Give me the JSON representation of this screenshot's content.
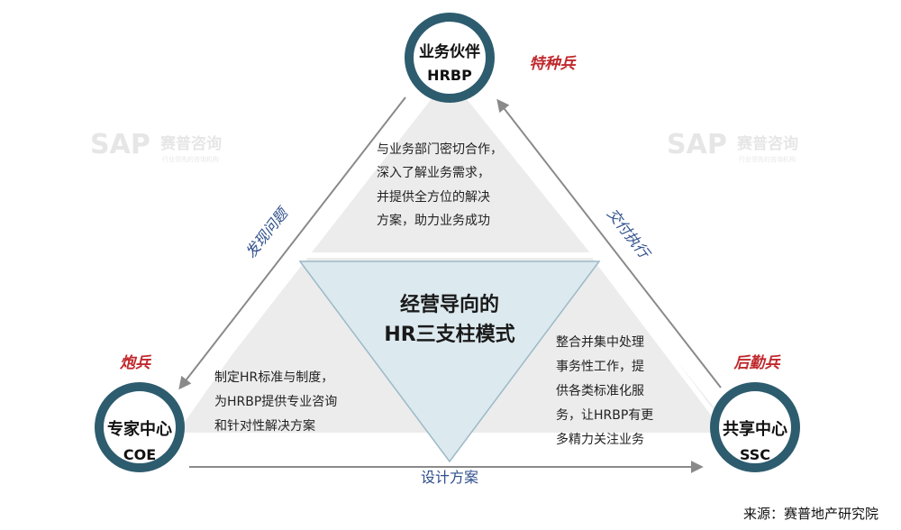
{
  "watermark": {
    "brand": "SAP",
    "name": "赛普咨询",
    "tagline": "行业领先的咨询机构"
  },
  "nodes": {
    "hrbp": {
      "title": "业务伙伴",
      "subtitle": "HRBP",
      "tag": "特种兵"
    },
    "coe": {
      "title": "专家中心",
      "subtitle": "COE",
      "tag": "炮兵"
    },
    "ssc": {
      "title": "共享中心",
      "subtitle": "SSC",
      "tag": "后勤兵"
    }
  },
  "center": {
    "line1": "经营导向的",
    "line2": "HR三支柱模式"
  },
  "descriptions": {
    "hrbp": [
      "与业务部门密切合作，",
      "深入了解业务需求，",
      "并提供全方位的解决",
      "方案，助力业务成功"
    ],
    "coe": [
      "制定HR标准与制度，",
      "为HRBP提供专业咨询",
      "和针对性解决方案"
    ],
    "ssc": [
      "整合并集中处理",
      "事务性工作，提",
      "供各类标准化服",
      "务，让HRBP有更",
      "多精力关注业务"
    ]
  },
  "edges": {
    "hrbp_to_coe": "发现问题",
    "ssc_to_hrbp": "交付执行",
    "coe_to_ssc": "设计方案"
  },
  "source": "来源：赛普地产研究院",
  "colors": {
    "ring": "#2d5c6e",
    "tag_red": "#c0282c",
    "edge_text": "#2e4e8c",
    "triangle_gray": "#ececec",
    "center_fill": "#dce9ee",
    "center_stroke": "#9bb9c7",
    "arrow": "#8a8a8a"
  }
}
